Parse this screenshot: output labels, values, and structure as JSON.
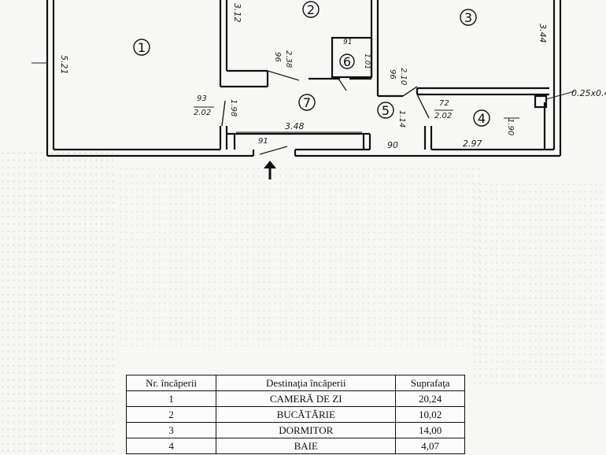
{
  "plan": {
    "rooms": [
      {
        "number": "1",
        "length_label": "5.21"
      },
      {
        "number": "2",
        "length_label": "3.12"
      },
      {
        "number": "3",
        "length_label": "3.44"
      },
      {
        "number": "4",
        "length_label": "1.90"
      },
      {
        "number": "5",
        "length_label": "1.14"
      },
      {
        "number": "6",
        "length_label": "1.01"
      },
      {
        "number": "7",
        "length_label": "3.48"
      }
    ],
    "door_labels": {
      "living_num": "93",
      "living_den": "2.02",
      "kitchen_num": "96",
      "kitchen_den": "2.38",
      "bath_small_num": "91",
      "hall_num": "96",
      "hall_den": "2.10",
      "bedroom_num": "72",
      "bedroom_den": "2.02"
    },
    "misc_labels": {
      "width_living_door": "1.98",
      "entry": "91",
      "corridor_width": "90",
      "bath_width": "2.97",
      "duct": "0.25x0.4"
    }
  },
  "table": {
    "headers": [
      "Nr. încăperii",
      "Destinaţia încăperii",
      "Suprafaţa"
    ],
    "rows": [
      [
        "1",
        "CAMERĂ DE ZI",
        "20,24"
      ],
      [
        "2",
        "BUCĂTĂRIE",
        "10,02"
      ],
      [
        "3",
        "DORMITOR",
        "14,00"
      ],
      [
        "4",
        "BAIE",
        "4,07"
      ]
    ]
  }
}
